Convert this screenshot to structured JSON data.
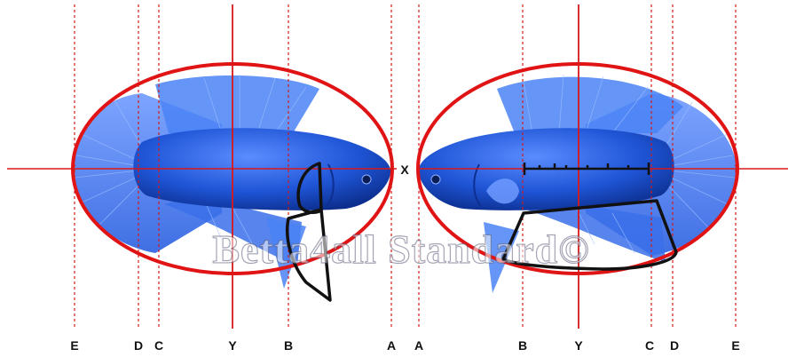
{
  "center_mark": "X",
  "left_fish": {
    "guide_labels": [
      "E",
      "D",
      "C",
      "Y",
      "B",
      "A"
    ]
  },
  "right_fish": {
    "guide_labels": [
      "A",
      "B",
      "Y",
      "C",
      "D",
      "E"
    ]
  },
  "watermark": "Betta4all Standard©",
  "colors": {
    "fish_body": "#1f55d6",
    "fish_fin": "#3a78f0",
    "oval": "#e01414",
    "guide_line": "#d81818",
    "outline": "#111111"
  }
}
